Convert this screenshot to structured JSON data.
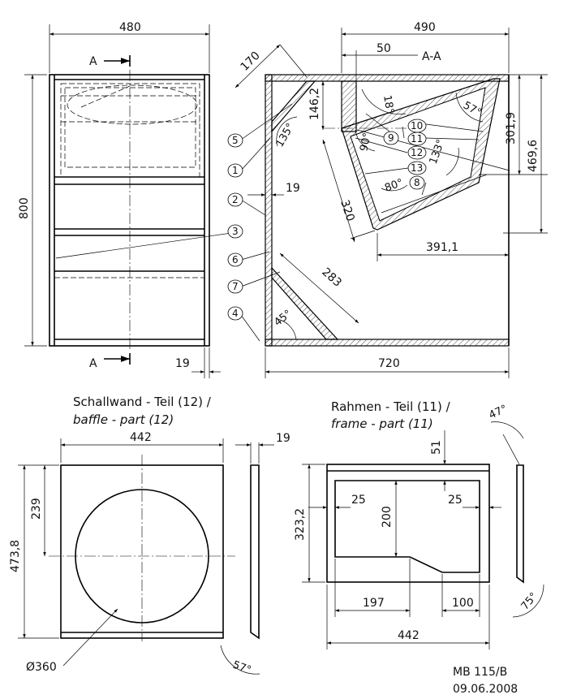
{
  "front_view": {
    "width_dim": "480",
    "height_dim": "800",
    "thickness_dim": "19",
    "section_marker": "A"
  },
  "section_view": {
    "title": "A-A",
    "top_dims": {
      "total": "490",
      "offset": "50"
    },
    "dims": {
      "diag_170": "170",
      "height_146": "146,2",
      "panel_301": "301,9",
      "panel_469": "469,6",
      "wall_19": "19",
      "len_320": "320",
      "len_391": "391,1",
      "len_283": "283",
      "bottom_720": "720"
    },
    "angles": {
      "a135": "135°",
      "a18": "18°",
      "a57": "57°",
      "a90": "90°",
      "a133": "133°",
      "a80": "80°",
      "a45": "45°"
    },
    "part_numbers": [
      "1",
      "2",
      "3",
      "4",
      "5",
      "6",
      "7",
      "8",
      "9",
      "10",
      "11",
      "12",
      "13"
    ]
  },
  "baffle": {
    "caption_de": "Schallwand - Teil (12) /",
    "caption_en": "baffle - part (12)",
    "width_dim": "442",
    "height_dim": "473,8",
    "offset_dim": "239",
    "thickness_dim": "19",
    "hole_dim": "Ø360",
    "angle": "57°"
  },
  "frame": {
    "caption_de": "Rahmen - Teil (11) /",
    "caption_en": "frame - part (11)",
    "width_dim": "442",
    "height_dim": "323,2",
    "top_dim": "51",
    "left_margin": "25",
    "right_margin": "25",
    "inner_height": "200",
    "bottom_left": "197",
    "bottom_right": "100",
    "angle_top": "47°",
    "angle_bottom": "75°"
  },
  "titleblock": {
    "code": "MB 115/B",
    "date": "09.06.2008"
  }
}
